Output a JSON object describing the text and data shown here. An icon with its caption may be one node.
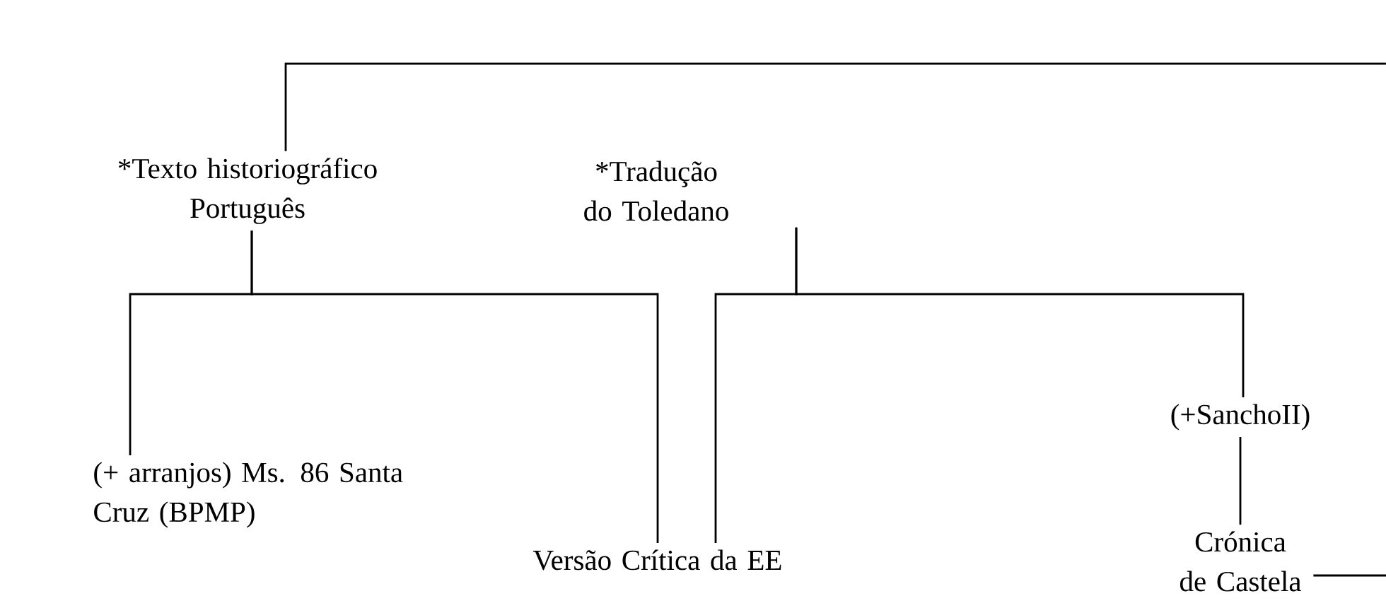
{
  "diagram": {
    "nodes": [
      {
        "text": [
          "*Texto historiográfico Português"
        ]
      },
      {
        "text": [
          "*Tradução do Toledano"
        ]
      },
      {
        "text": [
          "(+ arranjos) Ms. 86 Santa Cruz (BPMP)"
        ]
      },
      {
        "text": [
          "Versão Crítica da EE"
        ]
      },
      {
        "text": [
          "(+SanchoII)"
        ]
      },
      {
        "text": [
          "Crónica de Castela"
        ]
      }
    ],
    "edges": [
      {
        "from": 0,
        "to": 2,
        "arrow": "none"
      },
      {
        "from": 0,
        "to": 3,
        "arrow": "none"
      },
      {
        "from": 1,
        "to": 3,
        "arrow": "none"
      },
      {
        "from": 1,
        "to": 4,
        "arrow": "none"
      },
      {
        "from": 4,
        "to": 5,
        "arrow": "none"
      },
      {
        "from": 0,
        "to": null,
        "arrow": "none"
      },
      {
        "from": 5,
        "to": null,
        "arrow": "none"
      }
    ]
  }
}
